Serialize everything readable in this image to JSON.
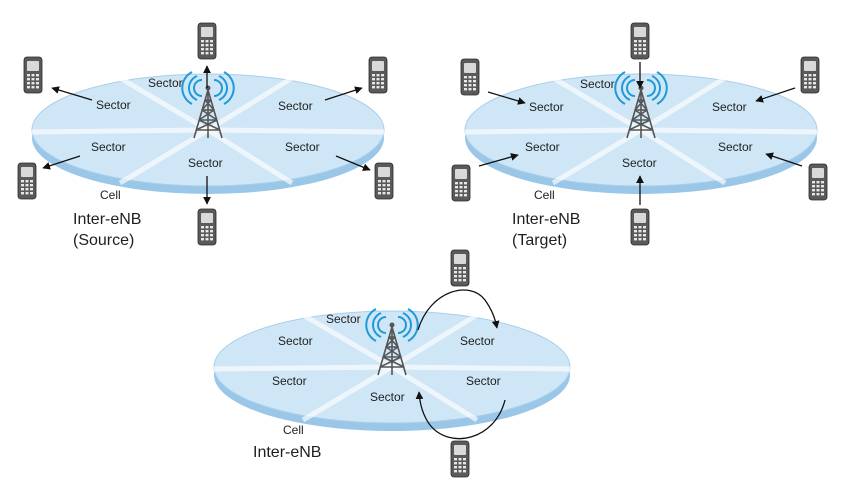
{
  "labels": {
    "sector": "Sector",
    "cell": "Cell",
    "source_title": "Inter-eNB",
    "source_subtitle": "(Source)",
    "target_title": "Inter-eNB",
    "target_subtitle": "(Target)",
    "intra_title": "Inter-eNB"
  },
  "colors": {
    "cell_fill": "#cfe6f7",
    "cell_rim": "#9ac6e8",
    "signal": "#1e9ad6",
    "tower": "#555555"
  },
  "icons": {
    "device": "mobile-phone-icon",
    "base_station": "cell-tower-icon",
    "signal": "radio-waves-icon"
  }
}
